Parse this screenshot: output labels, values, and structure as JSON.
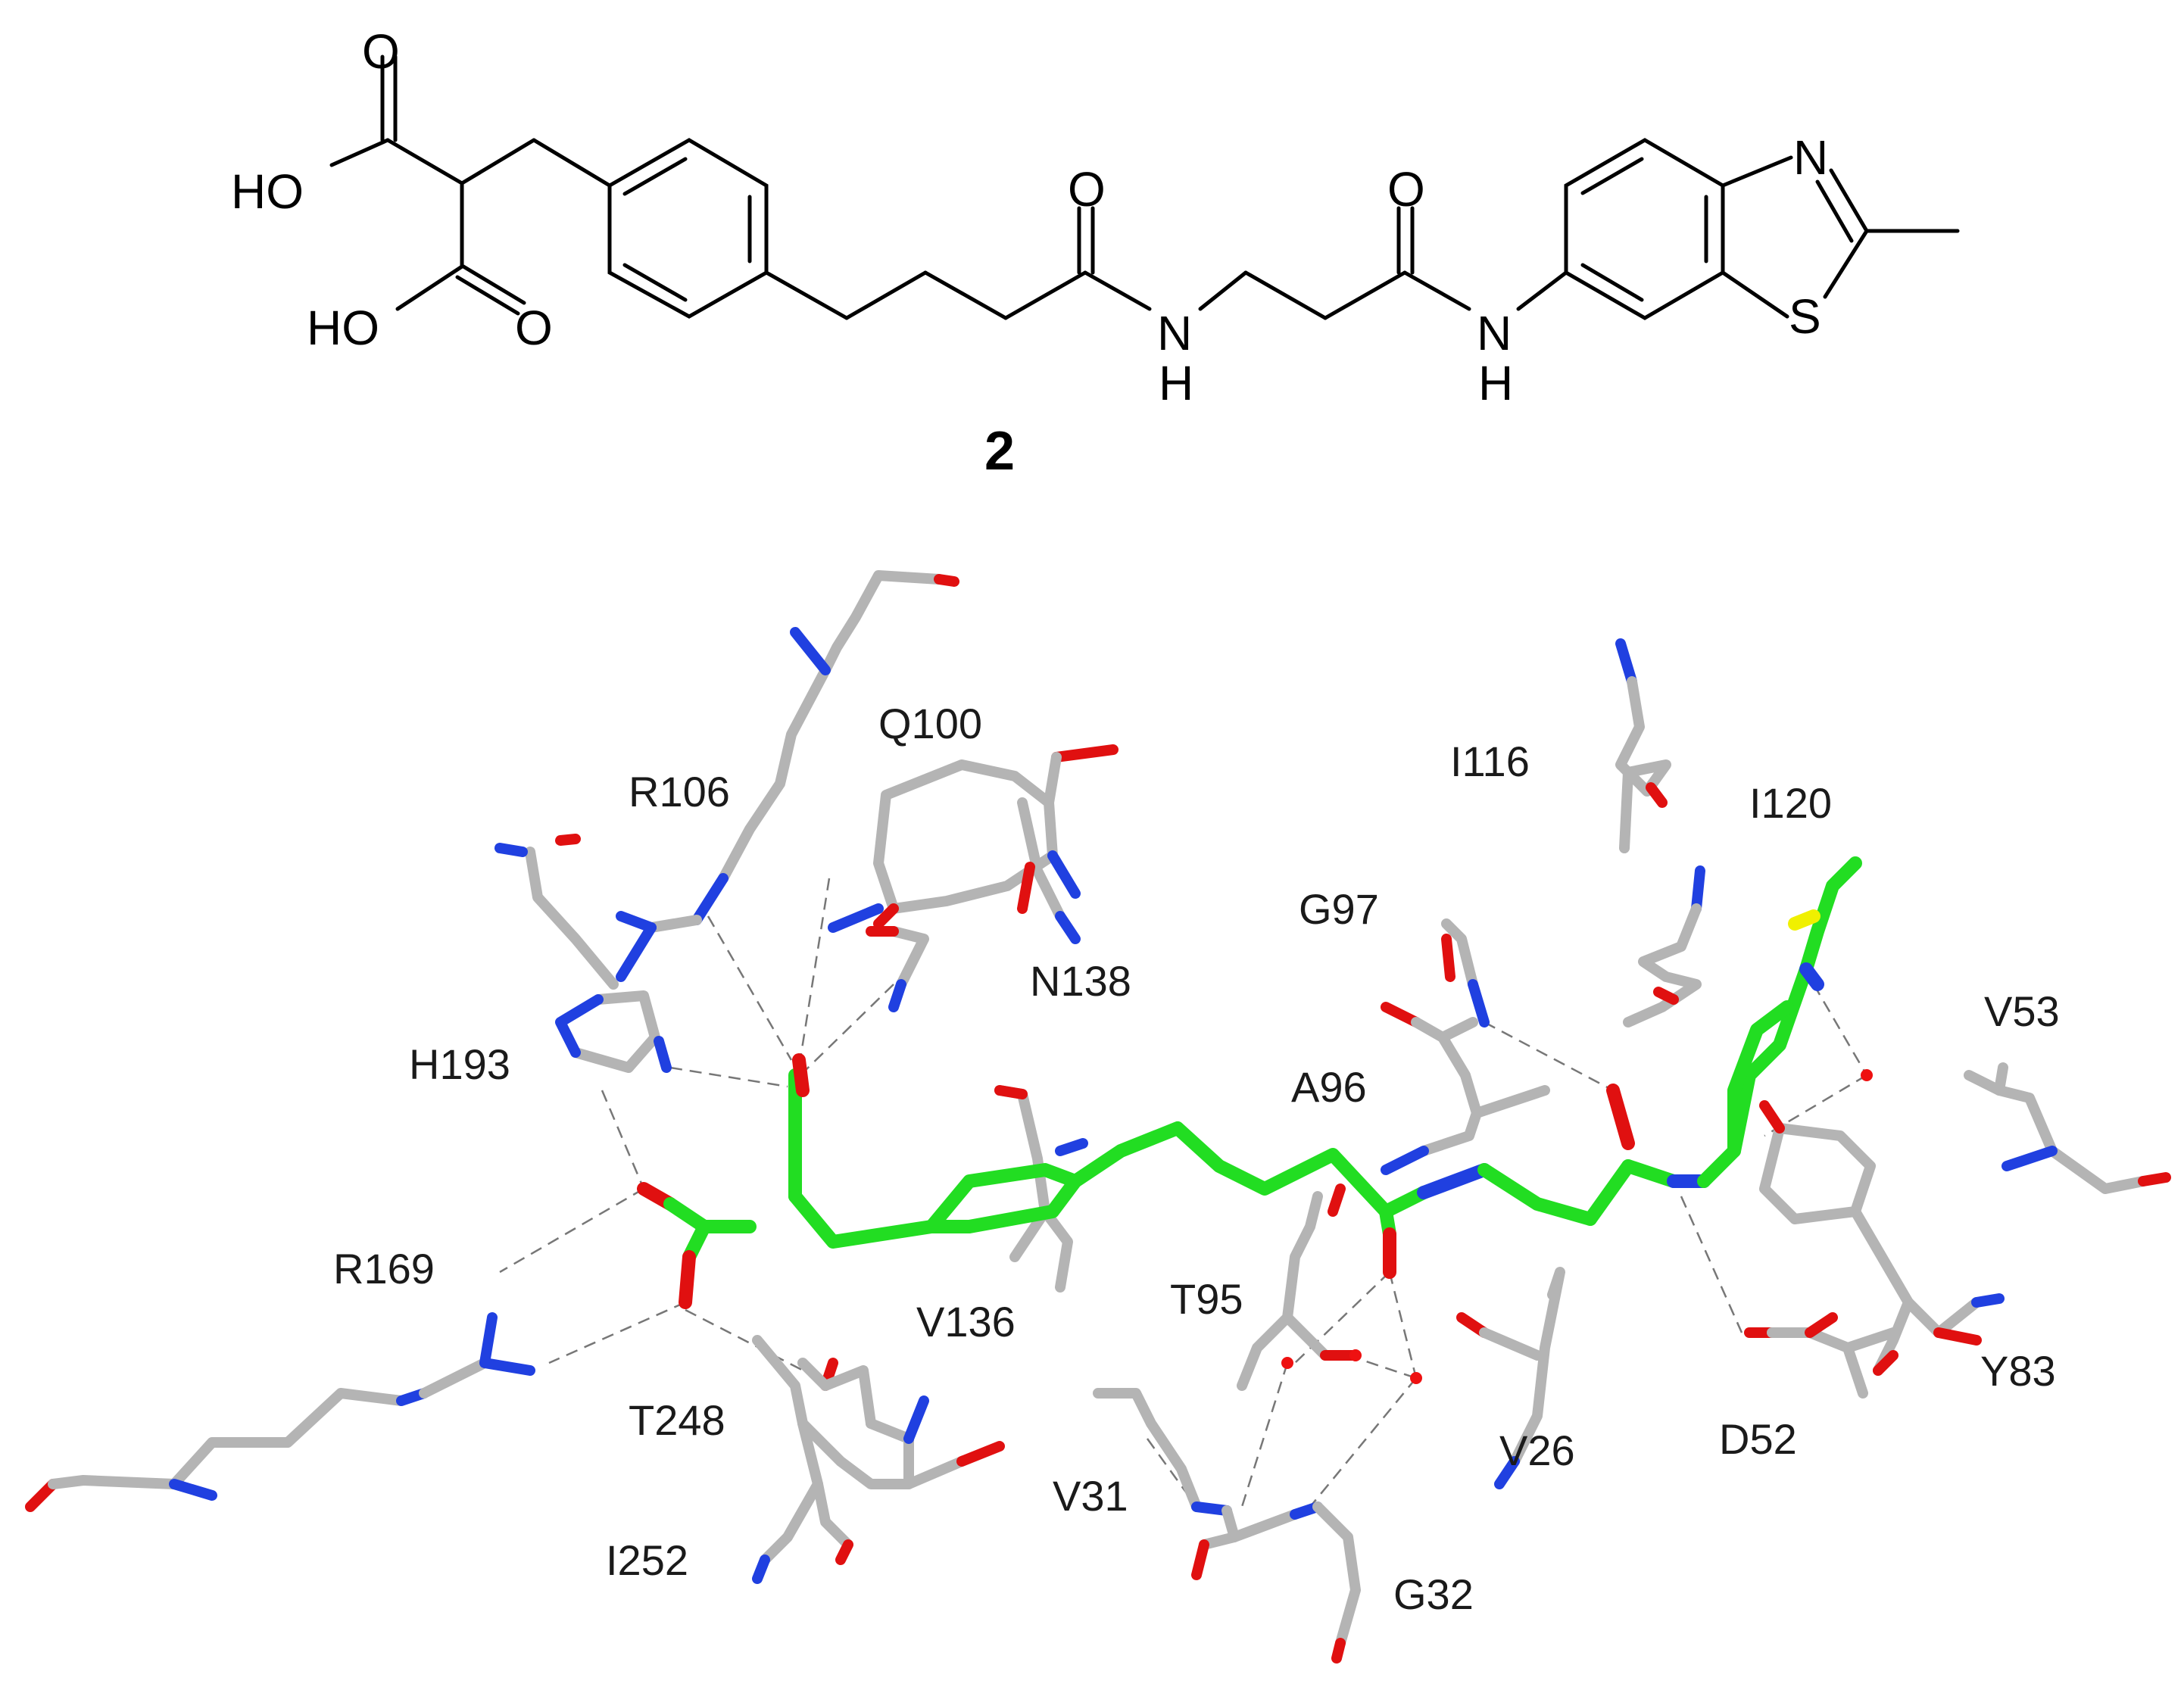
{
  "compound_number": "2",
  "structure_atom_labels": {
    "ho_top": "HO",
    "ho_bottom": "HO",
    "o_acid_top": "O",
    "o_acid_bottom": "O",
    "o_amide1": "O",
    "o_amide2": "O",
    "n_amide1": "N",
    "h_amide1": "H",
    "n_amide2": "N",
    "h_amide2": "H",
    "n_thiazole": "N",
    "s_thiazole": "S"
  },
  "residue_labels": {
    "R106": "R106",
    "Q100": "Q100",
    "I116": "I116",
    "I120": "I120",
    "G97": "G97",
    "N138": "N138",
    "V53": "V53",
    "H193": "H193",
    "A96": "A96",
    "R169": "R169",
    "T95": "T95",
    "V136": "V136",
    "Y83": "Y83",
    "T248": "T248",
    "V26": "V26",
    "D52": "D52",
    "V31": "V31",
    "I252": "I252",
    "G32": "G32"
  },
  "colors": {
    "ligand_carbon": "#22dd22",
    "protein_carbon": "#b4b4b4",
    "oxygen": "#e01010",
    "nitrogen": "#2040e0",
    "sulfur": "#f0f000",
    "hbond": "#777777",
    "water": "#ee1111"
  }
}
